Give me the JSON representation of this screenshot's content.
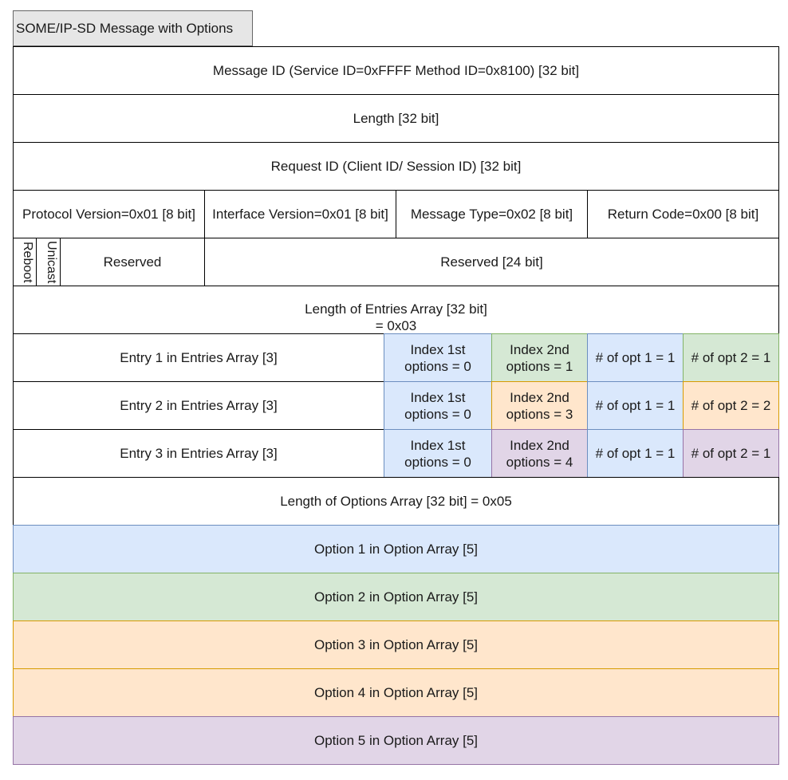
{
  "title": "SOME/IP-SD Message with Options",
  "rows": {
    "message_id": "Message ID (Service ID=0xFFFF Method ID=0x8100) [32 bit]",
    "length": "Length [32 bit]",
    "request_id": "Request ID (Client ID/ Session ID) [32 bit]",
    "protocol_version": "Protocol Version=0x01 [8 bit]",
    "interface_version": "Interface Version=0x01 [8 bit]",
    "message_type": "Message Type=0x02 [8 bit]",
    "return_code": "Return Code=0x00 [8 bit]",
    "reboot_flag": "Reboot",
    "unicast_flag": "Unicast",
    "reserved_flags": "Reserved",
    "reserved_24": "Reserved [24 bit]",
    "entries_length_line1": "Length of Entries Array [32 bit]",
    "entries_length_line2": "= 0x03",
    "options_length": "Length of Options Array [32 bit] = 0x05"
  },
  "entries": [
    {
      "label": "Entry 1 in Entries Array [3]",
      "index1_a": "Index 1st",
      "index1_b": "options = 0",
      "index2_a": "Index 2nd",
      "index2_b": "options = 1",
      "num_opt1": "# of opt 1 = 1",
      "num_opt2": "# of opt 2 = 1"
    },
    {
      "label": "Entry 2  in Entries Array [3]",
      "index1_a": "Index 1st",
      "index1_b": "options = 0",
      "index2_a": "Index 2nd",
      "index2_b": "options = 3",
      "num_opt1": "# of opt 1 = 1",
      "num_opt2": "# of opt 2 = 2"
    },
    {
      "label": "Entry 3  in Entries Array [3]",
      "index1_a": "Index 1st",
      "index1_b": "options = 0",
      "index2_a": "Index 2nd",
      "index2_b": "options = 4",
      "num_opt1": "# of opt 1 = 1",
      "num_opt2": "# of opt 2 = 1"
    }
  ],
  "options": [
    "Option 1 in Option Array [5]",
    "Option 2 in Option Array [5]",
    "Option 3 in Option Array [5]",
    "Option 4 in Option Array [5]",
    "Option 5 in Option Array [5]"
  ],
  "colors": {
    "blue": "#dae8fc",
    "green": "#d5e8d4",
    "orange": "#ffe6cc",
    "purple": "#e1d5e7"
  }
}
